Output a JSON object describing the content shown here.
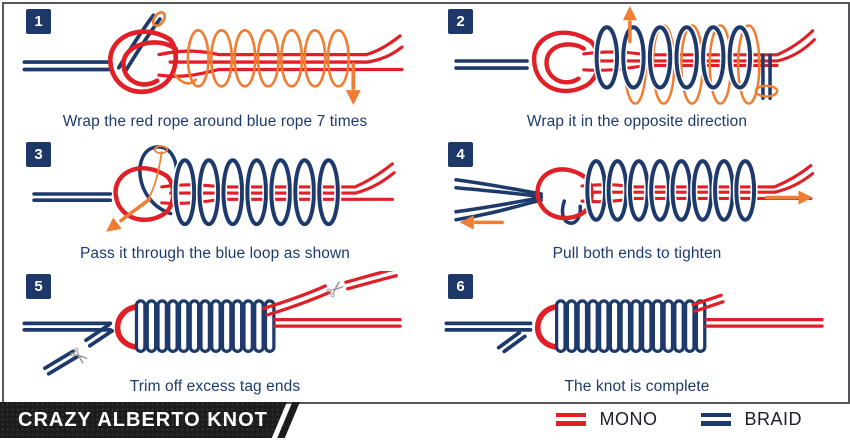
{
  "banner": {
    "title": "CRAZY ALBERTO KNOT"
  },
  "legend": {
    "items": [
      {
        "label": "MONO",
        "color": "#e01f26"
      },
      {
        "label": "BRAID",
        "color": "#1e3a6c"
      }
    ]
  },
  "colors": {
    "mono_red": "#e01f26",
    "braid_navy": "#1e3a6c",
    "accent_orange": "#ef7d33",
    "badge_navy": "#1d3868",
    "banner_black": "#1c1c1c"
  },
  "icons": {
    "scissors": "✂"
  },
  "steps": [
    {
      "number": "1",
      "caption": "Wrap the red rope around blue rope 7 times"
    },
    {
      "number": "2",
      "caption": "Wrap it in the opposite direction"
    },
    {
      "number": "3",
      "caption": "Pass it through the blue loop as shown"
    },
    {
      "number": "4",
      "caption": "Pull both ends to tighten"
    },
    {
      "number": "5",
      "caption": "Trim off excess tag ends"
    },
    {
      "number": "6",
      "caption": "The knot is complete"
    }
  ]
}
